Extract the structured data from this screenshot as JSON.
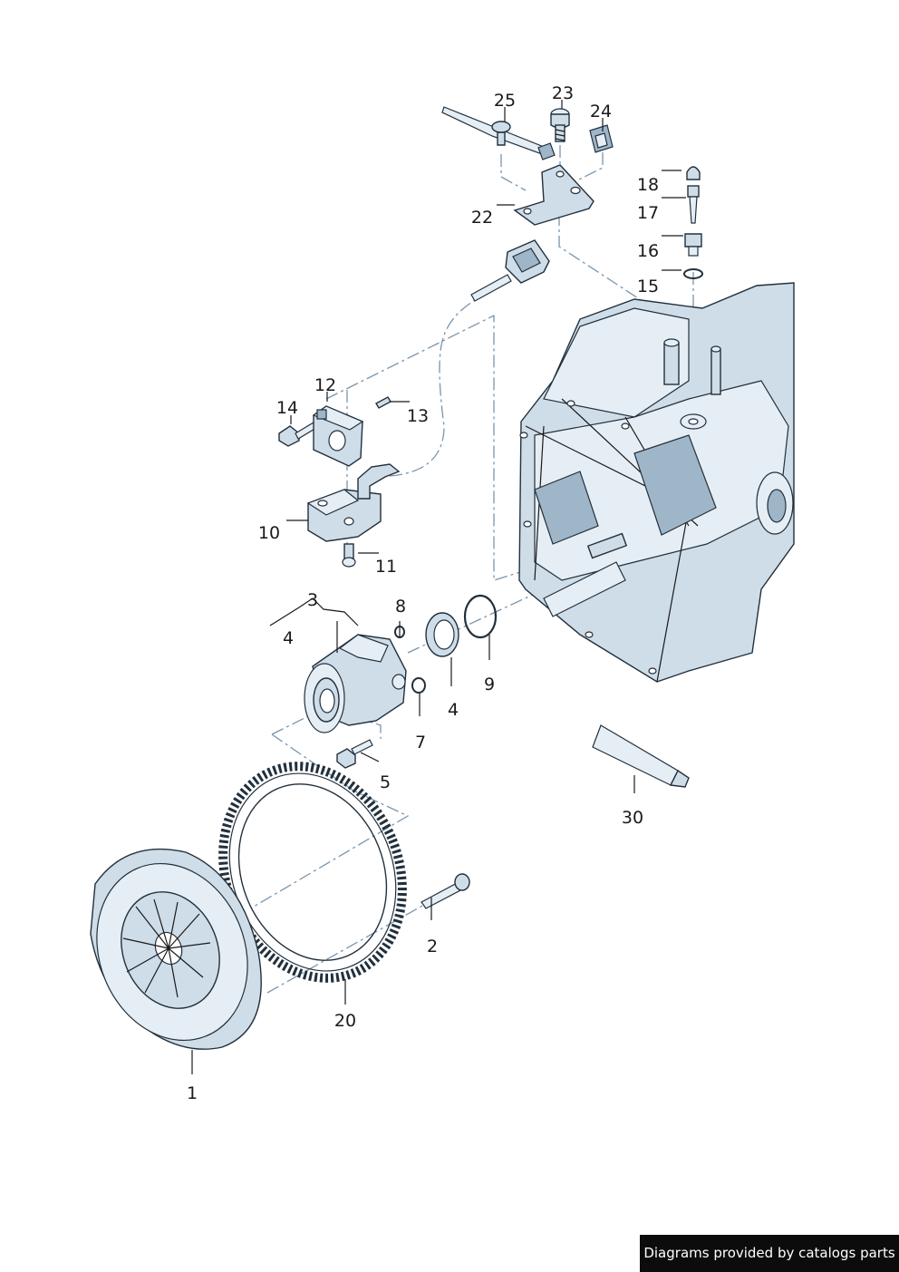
{
  "labels": {
    "p1": "1",
    "p2": "2",
    "p3": "3",
    "p4a": "4",
    "p4b": "4",
    "p5": "5",
    "p7": "7",
    "p8": "8",
    "p9": "9",
    "p10": "10",
    "p11": "11",
    "p12": "12",
    "p13": "13",
    "p14": "14",
    "p15": "15",
    "p16": "16",
    "p17": "17",
    "p18": "18",
    "p20": "20",
    "p22": "22",
    "p23": "23",
    "p24": "24",
    "p25": "25",
    "p30": "30"
  },
  "footer": {
    "credit": "Diagrams provided by catalogs parts"
  },
  "colors": {
    "part_fill": "#cfdde9",
    "outline": "#22303c",
    "dash": "#7a95ac",
    "credit_bg": "#0c0c0c"
  }
}
